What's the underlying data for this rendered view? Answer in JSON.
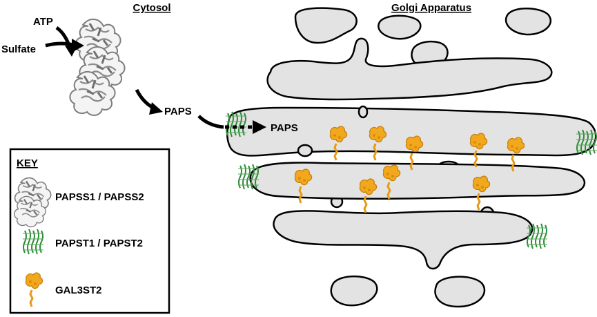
{
  "headers": {
    "cytosol": "Cytosol",
    "golgi": "Golgi Apparatus"
  },
  "labels": {
    "atp": "ATP",
    "sulfate": "Sulfate",
    "paps_cytosol": "PAPS",
    "paps_golgi": "PAPS"
  },
  "key": {
    "title": "KEY",
    "items": [
      {
        "label": "PAPSS1 / PAPSS2",
        "icon": "papss-protein-icon"
      },
      {
        "label": "PAPST1 / PAPST2",
        "icon": "papst-transporter-icon"
      },
      {
        "label": "GAL3ST2",
        "icon": "gal3st2-enzyme-icon"
      }
    ]
  },
  "colors": {
    "cisterna_fill": "#e3e3e3",
    "outline": "#000000",
    "papst_green": "#2e8b3a",
    "gal3st2_orange": "#f2a81d",
    "papss_gray": "#9a9a9a"
  }
}
